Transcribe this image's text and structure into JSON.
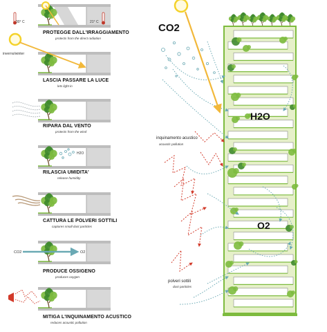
{
  "panels": [
    {
      "title": "PROTEGGE DALL'IRRAGGIAMENTO",
      "subtitle": "protects from the direct radiation",
      "temp_out": "30° C",
      "temp_in": "21° C"
    },
    {
      "title": "LASCIA PASSARE LA LUCE",
      "subtitle": "lets light in",
      "season": "inverno/winter"
    },
    {
      "title": "RIPARA  DAL VENTO",
      "subtitle": "protects from the wind"
    },
    {
      "title": "RILASCIA UMIDITA'",
      "subtitle": "release humidity",
      "gas": "H2O"
    },
    {
      "title": "CATTURA LE POLVERI SOTTILI",
      "subtitle": "captures small dust particles"
    },
    {
      "title": "PRODUCE OSSIGENO",
      "subtitle": "produces oxygen",
      "gas_in": "CO2",
      "gas_out": "O2"
    },
    {
      "title": "MITIGA L'INQUINAMENTO ACUSTICO",
      "subtitle": "reduces acoustic pollution"
    }
  ],
  "tower": {
    "co2": "CO2",
    "h2o": "H2O",
    "o2": "O2",
    "noise_title": "inquinamento acustico",
    "noise_sub": "acoustic pollution",
    "dust_title": "polveri sottili",
    "dust_sub": "dust particles"
  },
  "colors": {
    "leaf": "#7dbb3e",
    "leaf_dark": "#3f8a2c",
    "slab": "#bdbdbd",
    "facade": "#e6f0c9",
    "sun": "#f4d22a",
    "sunray": "#f2b83a",
    "air": "#6aa9b4",
    "noise": "#d23a2a"
  }
}
